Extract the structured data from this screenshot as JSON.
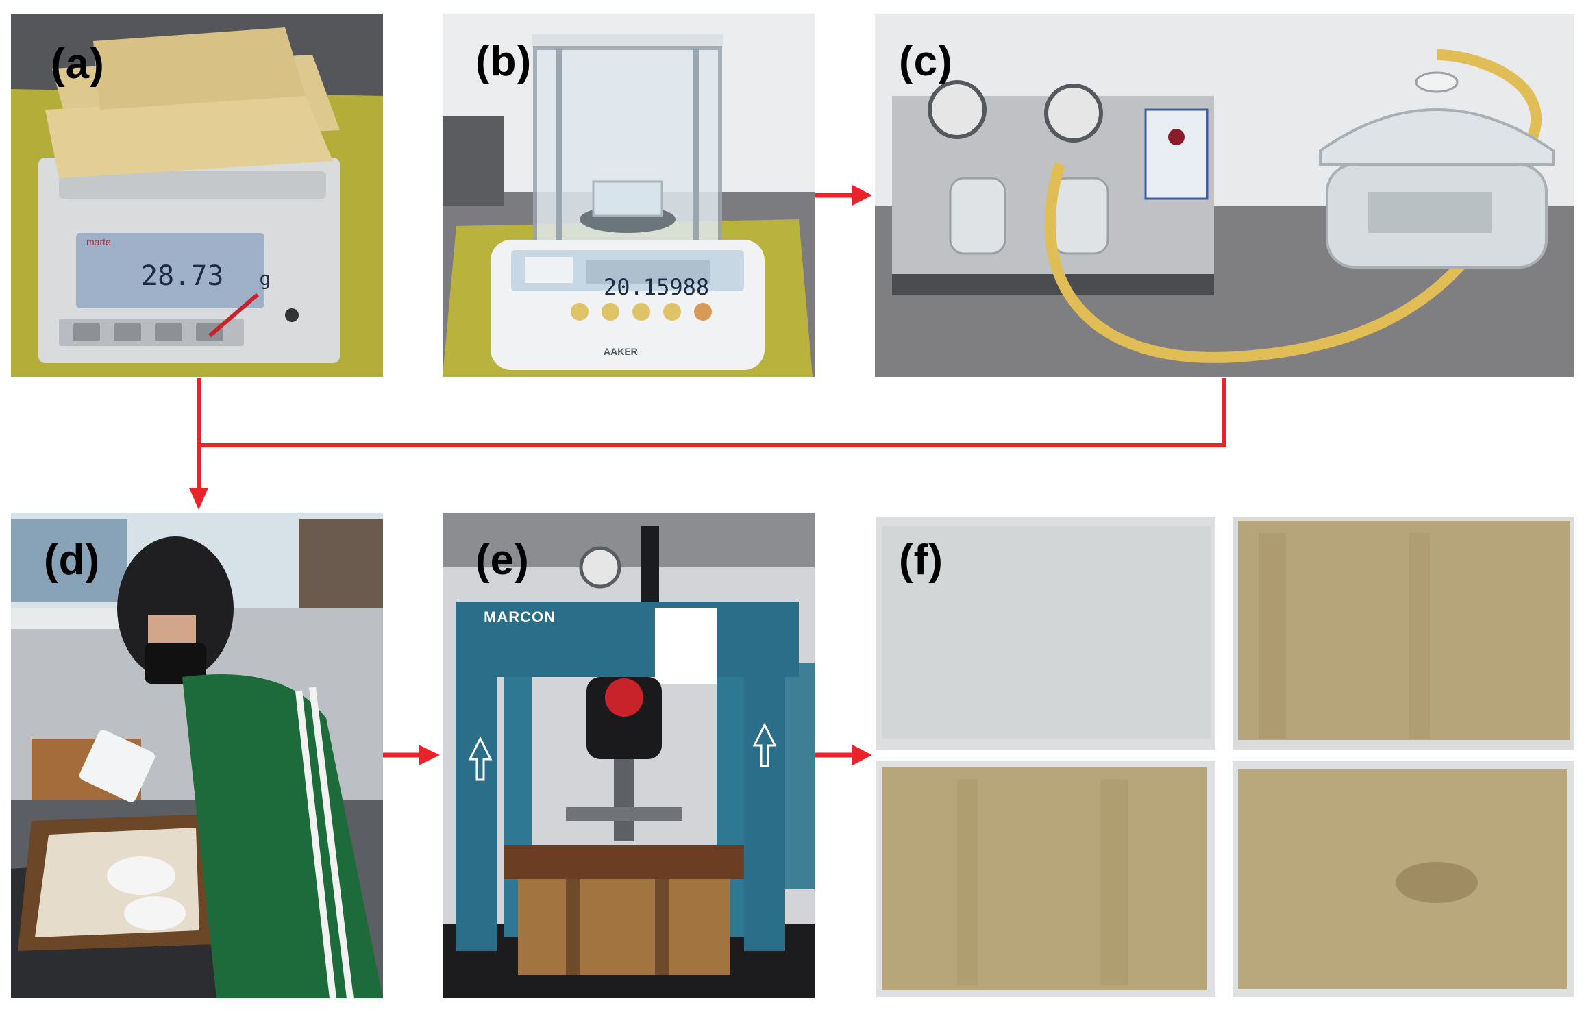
{
  "panels": {
    "a": {
      "label": "(a)",
      "scale_reading": "28.73",
      "scale_unit": "g",
      "scale_brand": "marte"
    },
    "b": {
      "label": "(b)",
      "balance_reading": "20.15988",
      "balance_brand": "AAKER"
    },
    "c": {
      "label": "(c)"
    },
    "d": {
      "label": "(d)"
    },
    "e": {
      "label": "(e)",
      "press_brand": "MARCON"
    },
    "f": {
      "label": "(f)"
    }
  },
  "colors": {
    "arrow": "#e8232a",
    "background": "#ffffff"
  },
  "arrows": [
    {
      "from": "b",
      "to": "c",
      "kind": "straight"
    },
    {
      "from": "a",
      "to": "d",
      "kind": "elbow"
    },
    {
      "from": "c",
      "to": "d",
      "kind": "elbow"
    },
    {
      "from": "d",
      "to": "e",
      "kind": "straight"
    },
    {
      "from": "e",
      "to": "f",
      "kind": "straight"
    }
  ]
}
